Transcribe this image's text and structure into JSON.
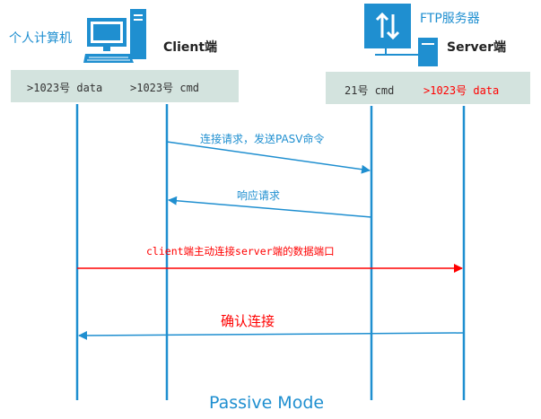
{
  "client": {
    "caption": "个人计算机",
    "name": "Client端",
    "ports": [
      ">1023号 data",
      ">1023号 cmd"
    ]
  },
  "server": {
    "caption": "FTP服务器",
    "name": "Server端",
    "ports": [
      "21号 cmd",
      ">1023号 data"
    ]
  },
  "messages": [
    {
      "text": "连接请求，发送PASV命令",
      "color": "#1f8fd0"
    },
    {
      "text": "响应请求",
      "color": "#1f8fd0"
    },
    {
      "text": "client端主动连接server端的数据端口",
      "color": "#ff0000"
    },
    {
      "text": "确认连接",
      "color": "#ff0000"
    }
  ],
  "footer": "Passive Mode",
  "colors": {
    "line": "#1f8fd0",
    "accent": "#ff0000",
    "box": "#d3e3de"
  }
}
